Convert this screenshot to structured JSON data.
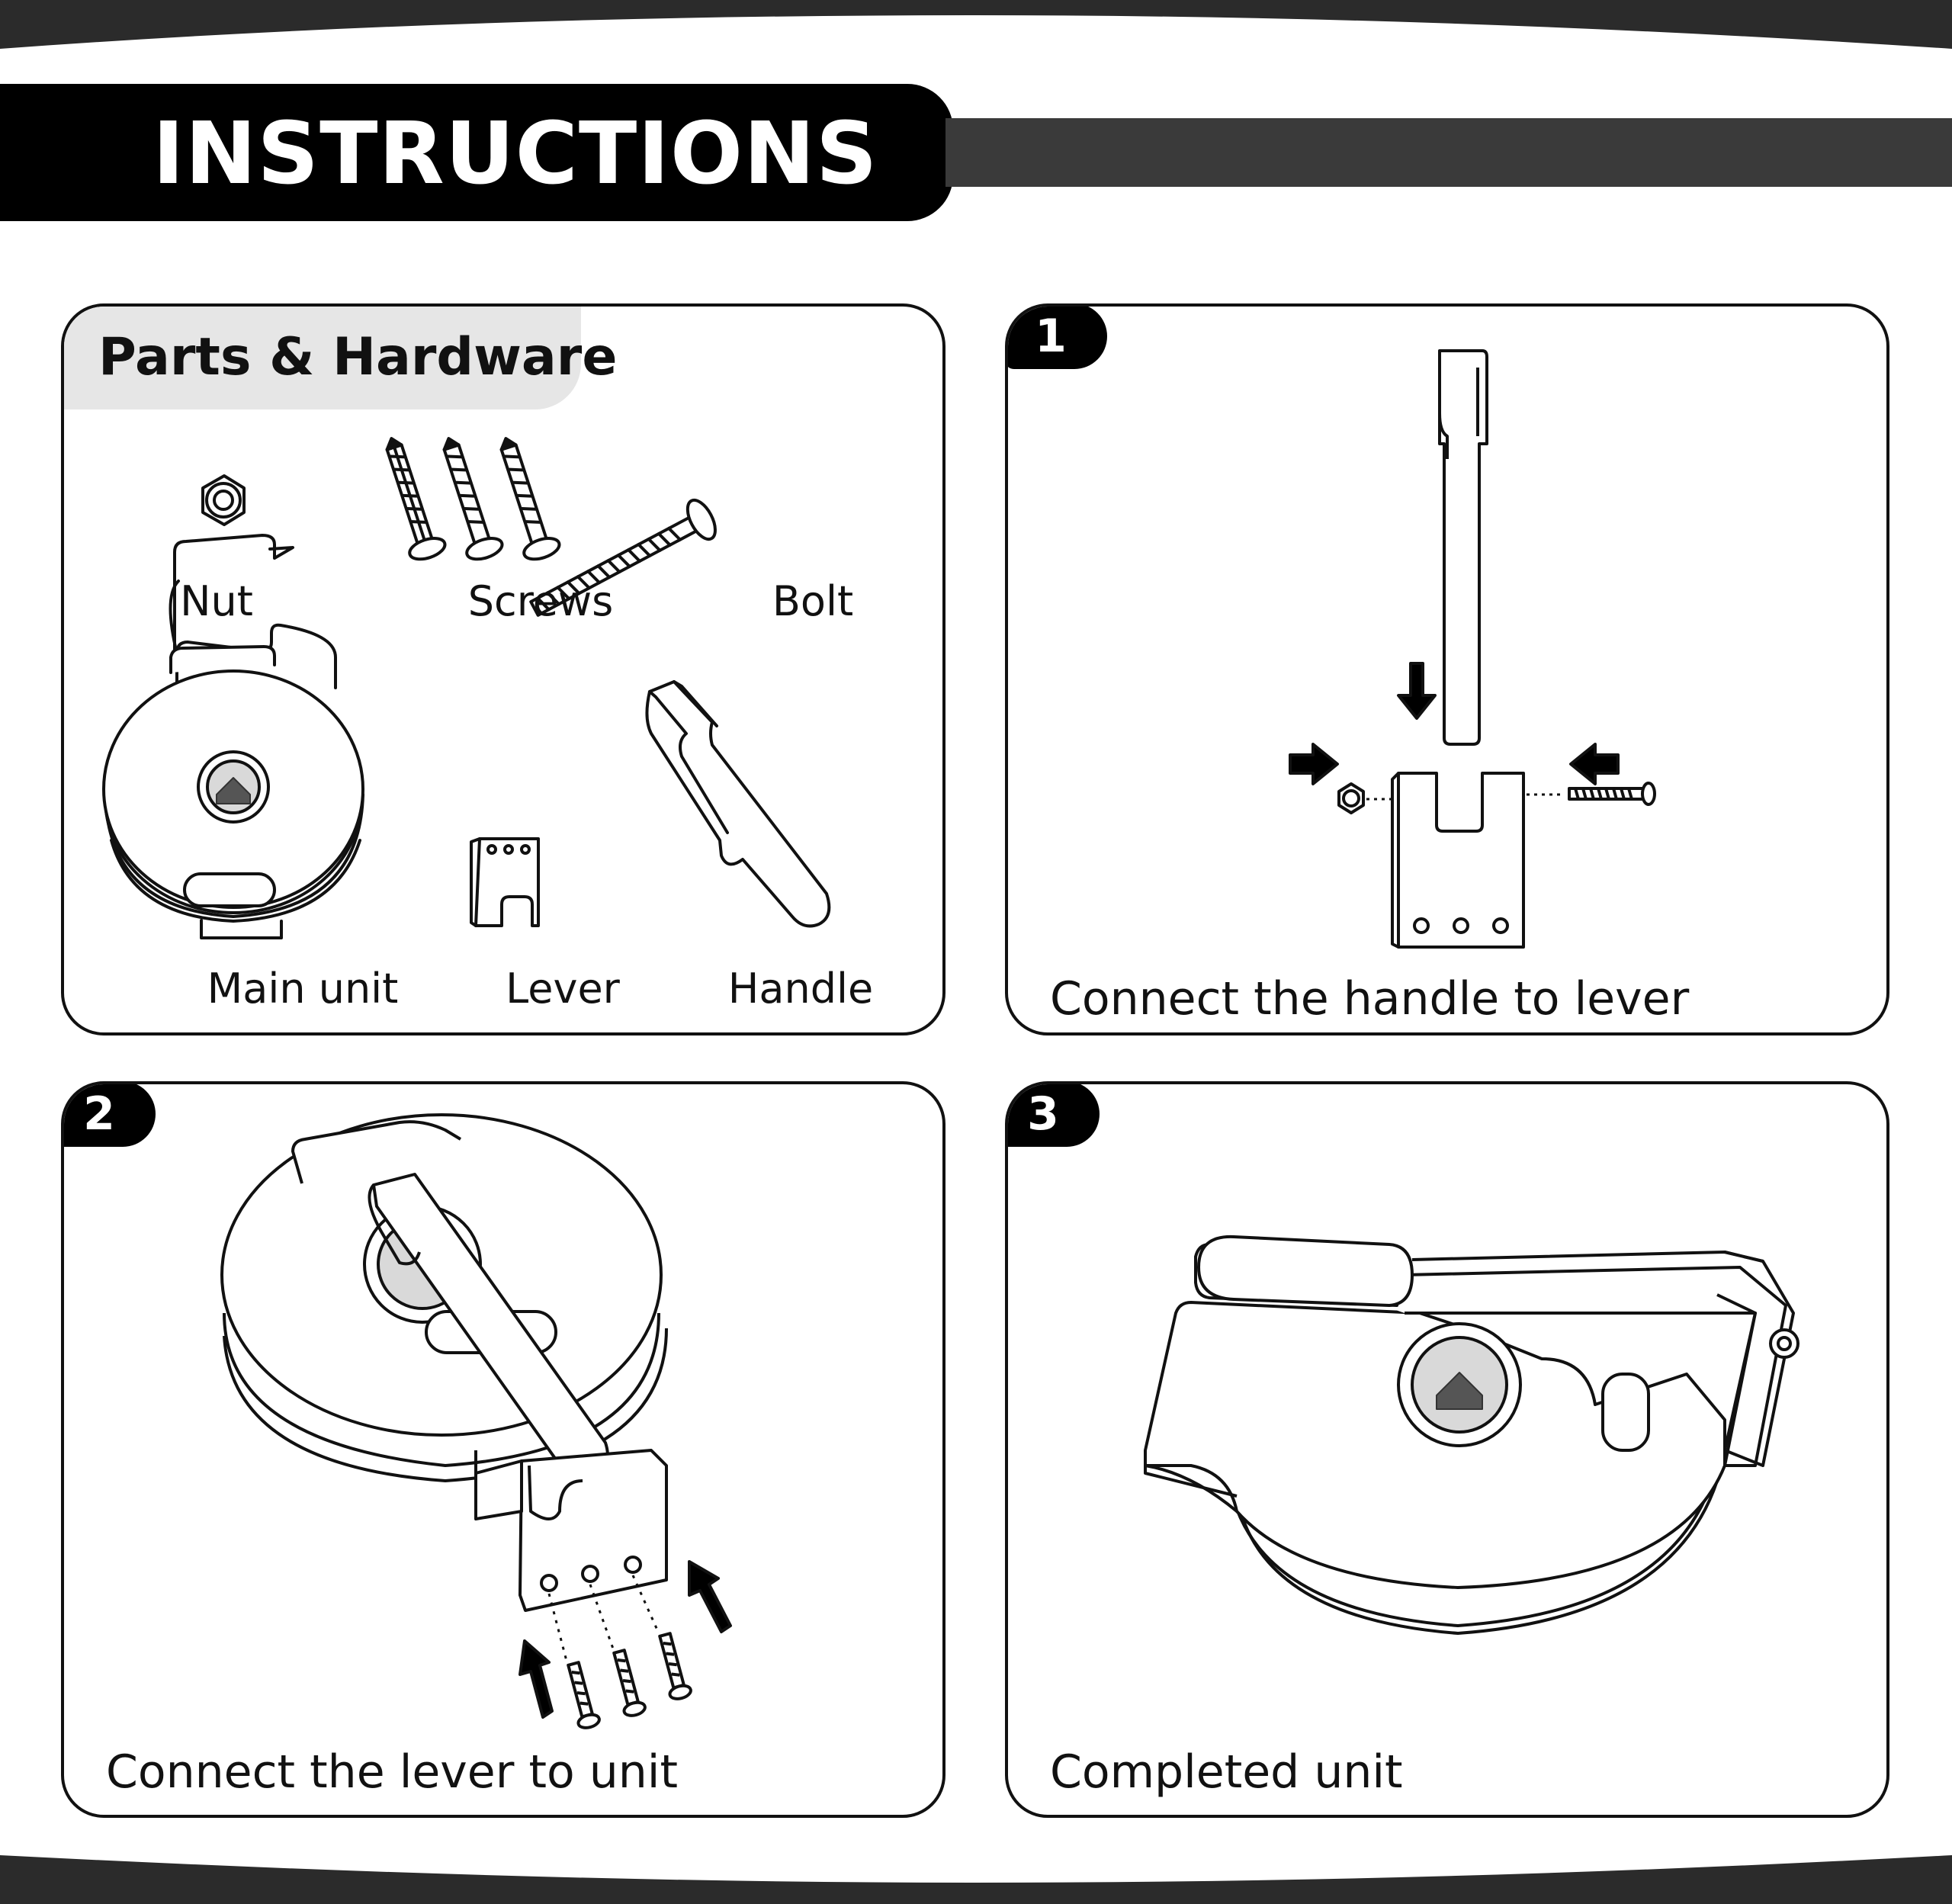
{
  "header": {
    "title": "INSTRUCTIONS"
  },
  "parts": {
    "title": "Parts & Hardware",
    "items": [
      {
        "label": "Nut",
        "icon": "nut-icon"
      },
      {
        "label": "Screws",
        "icon": "screw-icon"
      },
      {
        "label": "Bolt",
        "icon": "bolt-icon"
      },
      {
        "label": "Main unit",
        "icon": "main-unit-illustration"
      },
      {
        "label": "Lever",
        "icon": "lever-illustration"
      },
      {
        "label": "Handle",
        "icon": "handle-illustration"
      }
    ]
  },
  "steps": [
    {
      "number": "1",
      "caption": "Connect the handle to lever"
    },
    {
      "number": "2",
      "caption": "Connect the lever to unit"
    },
    {
      "number": "3",
      "caption": "Completed unit"
    }
  ],
  "colors": {
    "ink": "#111111",
    "header_bg": "#000000",
    "stripe": "#3a3a3a",
    "tab_bg": "#e6e6e6"
  }
}
